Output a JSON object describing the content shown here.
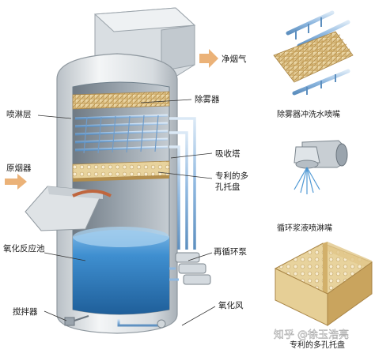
{
  "labels": {
    "clean_gas": "净烟气",
    "mist_eliminator": "除雾器",
    "spray_layer": "喷淋层",
    "flue_gas": "原烟器",
    "absorber_tower": "吸收塔",
    "tray_line1": "专利的多",
    "tray_line2": "孔托盘",
    "recirc_pump": "再循环泵",
    "oxidation_tank": "氧化反应池",
    "oxidation_air": "氧化风",
    "agitator": "搅拌器"
  },
  "insets": {
    "mist_wash": "除雾器冲洗水喷嘴",
    "spray_nozzle": "循环浆液喷淋嘴",
    "tray": "专利的多孔托盘"
  },
  "watermark": {
    "prefix": "知乎",
    "handle": "@徐玉浩亮"
  },
  "colors": {
    "shell": "#e3e7ea",
    "slurry": "#3f8fd0",
    "pipe": "#8fb8e0",
    "packing": "#d8b878",
    "arrow": "#e8a560"
  }
}
